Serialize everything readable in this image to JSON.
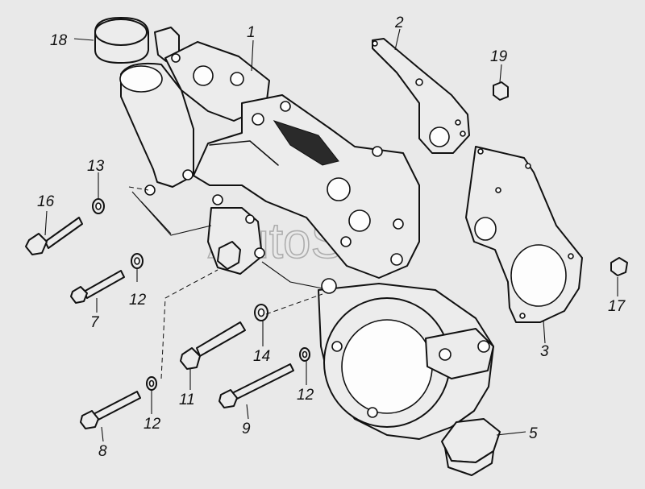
{
  "watermark": "AutoSoft",
  "callouts": [
    {
      "id": "1",
      "text": "1"
    },
    {
      "id": "2",
      "text": "2"
    },
    {
      "id": "3",
      "text": "3"
    },
    {
      "id": "5",
      "text": "5"
    },
    {
      "id": "7",
      "text": "7"
    },
    {
      "id": "8",
      "text": "8"
    },
    {
      "id": "9",
      "text": "9"
    },
    {
      "id": "11",
      "text": "11"
    },
    {
      "id": "12a",
      "text": "12"
    },
    {
      "id": "12b",
      "text": "12"
    },
    {
      "id": "12c",
      "text": "12"
    },
    {
      "id": "13",
      "text": "13"
    },
    {
      "id": "14",
      "text": "14"
    },
    {
      "id": "16",
      "text": "16"
    },
    {
      "id": "17",
      "text": "17"
    },
    {
      "id": "18",
      "text": "18"
    },
    {
      "id": "19",
      "text": "19"
    }
  ]
}
